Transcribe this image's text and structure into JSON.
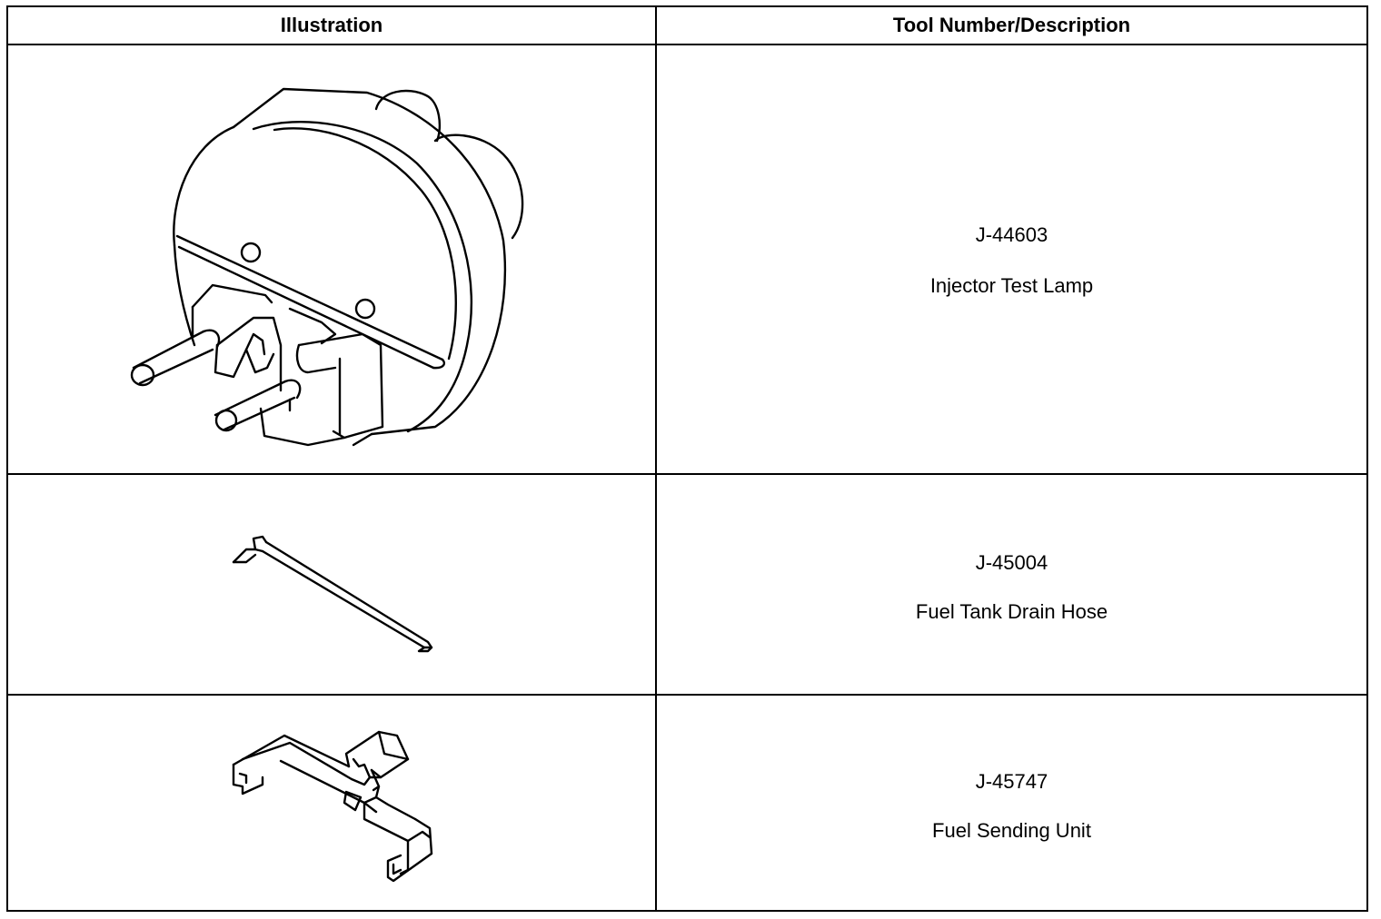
{
  "table": {
    "headers": {
      "illustration": "Illustration",
      "tool": "Tool Number/Description"
    },
    "rows": [
      {
        "number": "J-44603",
        "description": "Injector Test Lamp",
        "icon": "injector-test-lamp-illustration"
      },
      {
        "number": "J-45004",
        "description": "Fuel Tank Drain Hose",
        "icon": "fuel-tank-drain-hose-illustration"
      },
      {
        "number": "J-45747",
        "description": "Fuel Sending Unit",
        "icon": "fuel-sending-unit-tool-illustration"
      }
    ]
  }
}
